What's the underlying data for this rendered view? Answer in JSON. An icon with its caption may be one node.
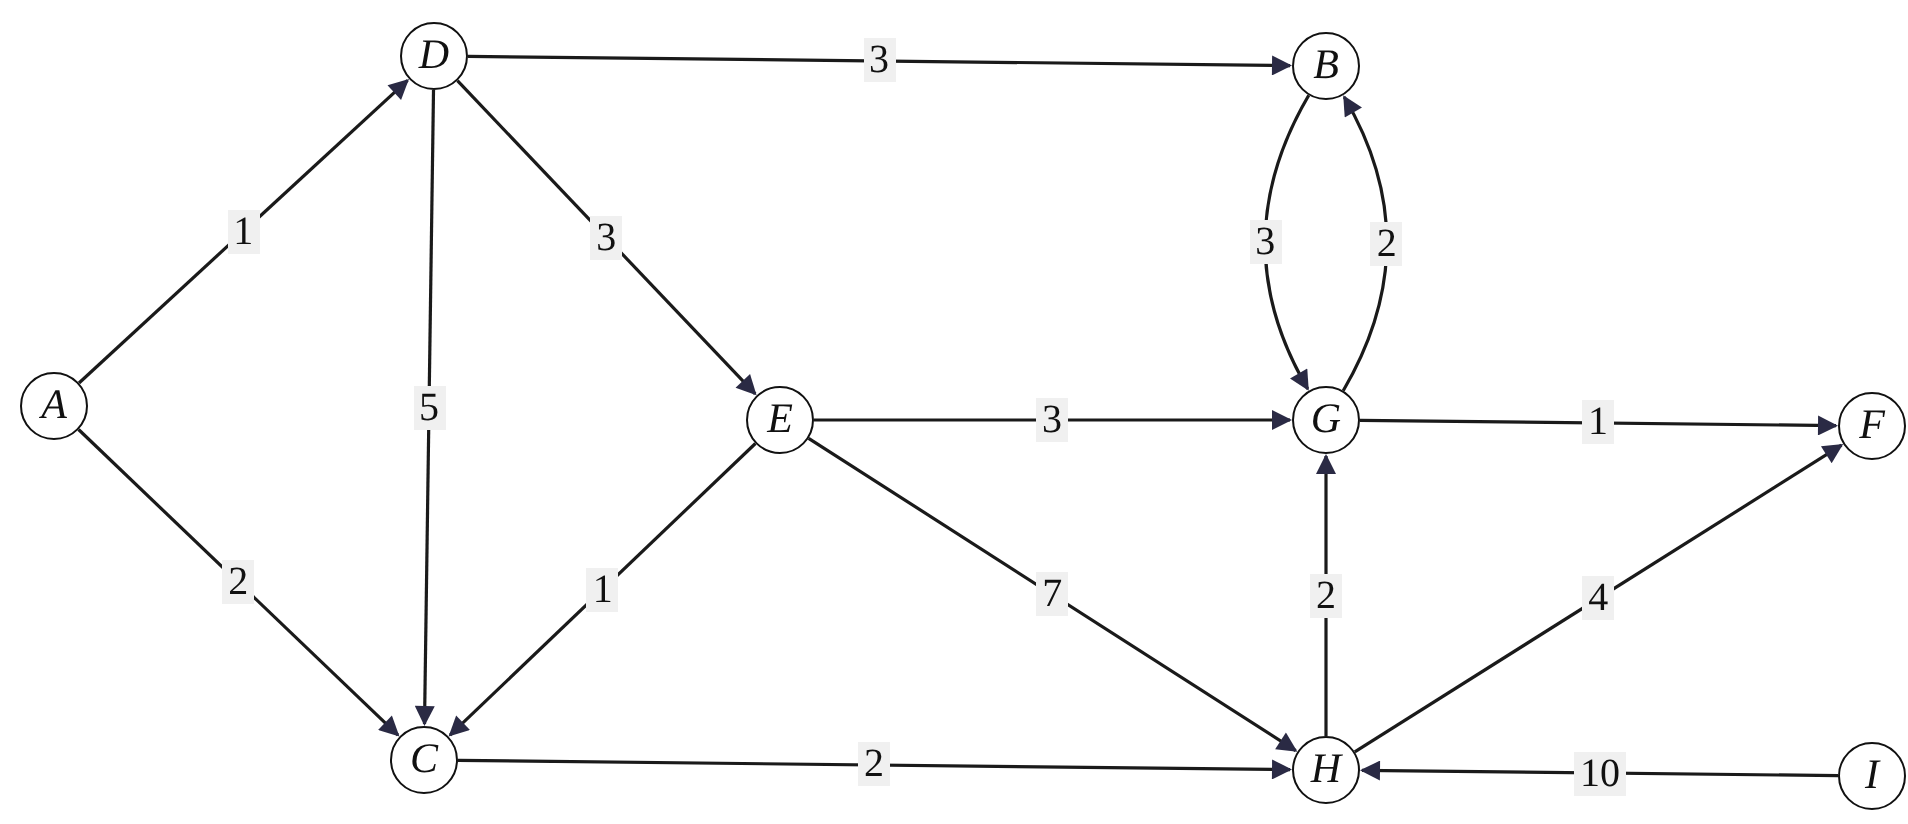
{
  "diagram": {
    "nodes": [
      {
        "text": [
          "D"
        ]
      },
      {
        "text": [
          "B"
        ]
      },
      {
        "text": [
          "A"
        ]
      },
      {
        "text": [
          "E"
        ]
      },
      {
        "text": [
          "G"
        ]
      },
      {
        "text": [
          "F"
        ]
      },
      {
        "text": [
          "C"
        ]
      },
      {
        "text": [
          "H"
        ]
      },
      {
        "text": [
          "I"
        ]
      }
    ],
    "edges": [
      {
        "from": 2,
        "to": 0,
        "arrow": "to",
        "label": "1"
      },
      {
        "from": 2,
        "to": 6,
        "arrow": "to",
        "label": "2"
      },
      {
        "from": 0,
        "to": 1,
        "arrow": "to",
        "label": "3"
      },
      {
        "from": 0,
        "to": 3,
        "arrow": "to",
        "label": "3"
      },
      {
        "from": 0,
        "to": 6,
        "arrow": "to",
        "label": "5"
      },
      {
        "from": 3,
        "to": 6,
        "arrow": "to",
        "label": "1"
      },
      {
        "from": 3,
        "to": 4,
        "arrow": "to",
        "label": "3"
      },
      {
        "from": 3,
        "to": 7,
        "arrow": "to",
        "label": "7"
      },
      {
        "from": 1,
        "to": 4,
        "arrow": "to",
        "label": "3"
      },
      {
        "from": 4,
        "to": 1,
        "arrow": "to",
        "label": "2"
      },
      {
        "from": 4,
        "to": 5,
        "arrow": "to",
        "label": "1"
      },
      {
        "from": 7,
        "to": 4,
        "arrow": "to",
        "label": "2"
      },
      {
        "from": 7,
        "to": 5,
        "arrow": "to",
        "label": "4"
      },
      {
        "from": 6,
        "to": 7,
        "arrow": "to",
        "label": "2"
      },
      {
        "from": 8,
        "to": 7,
        "arrow": "to",
        "label": "10"
      }
    ]
  }
}
